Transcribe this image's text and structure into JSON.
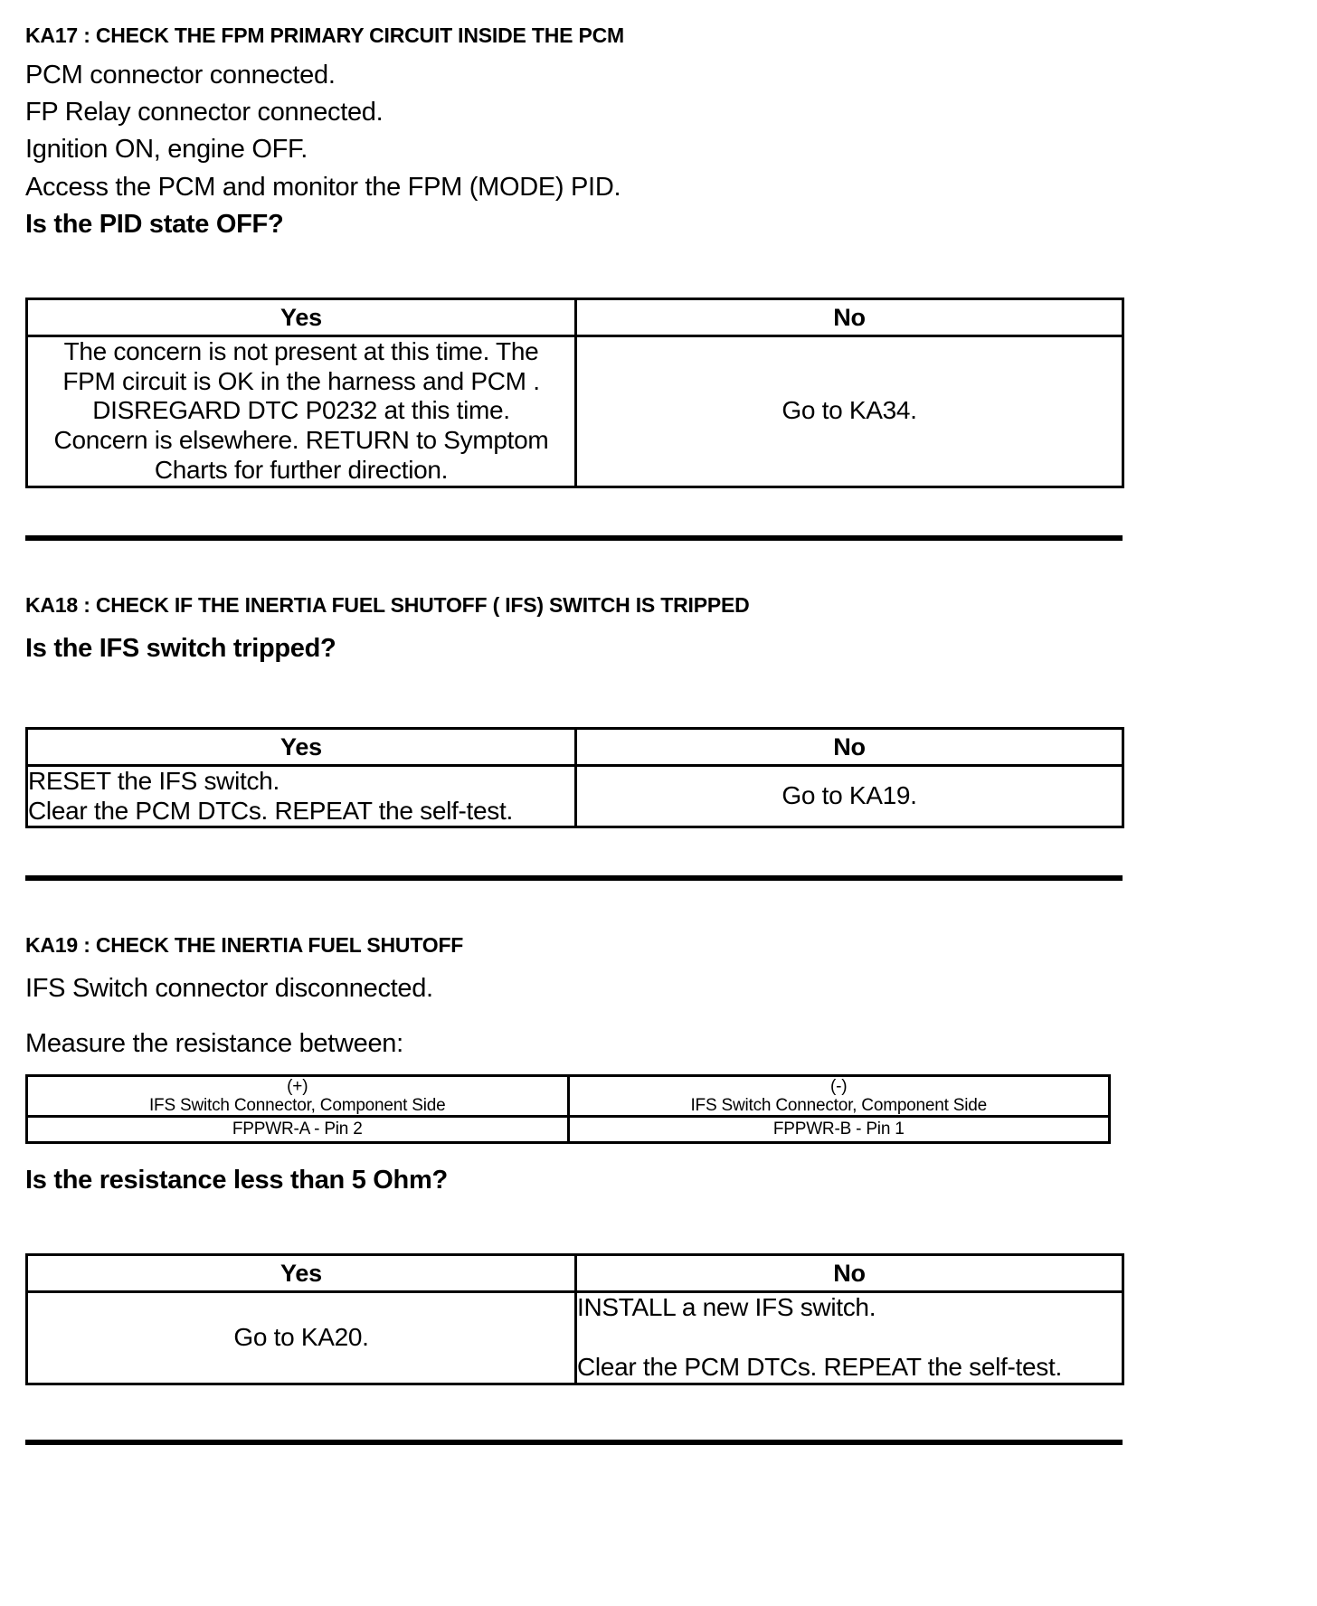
{
  "document": {
    "type": "pinpoint-test-chart"
  },
  "sections": [
    {
      "id": "KA17",
      "heading": "KA17 : CHECK THE FPM PRIMARY CIRCUIT INSIDE THE PCM",
      "instructions": [
        "PCM connector connected.",
        "FP Relay connector connected.",
        "Ignition ON, engine OFF.",
        "Access the PCM and monitor the  FPM (MODE) PID."
      ],
      "question": "Is the PID state OFF?",
      "table": {
        "headers": [
          "Yes",
          "No"
        ],
        "yes_lines": [
          "The concern is not present at this time. The",
          "FPM circuit is OK in the harness and PCM .",
          "DISREGARD DTC P0232 at this time.",
          "Concern is elsewhere. RETURN to Symptom",
          "Charts for further direction."
        ],
        "no_lines": [
          "Go to KA34."
        ]
      }
    },
    {
      "id": "KA18",
      "heading": "KA18 : CHECK IF THE INERTIA FUEL SHUTOFF ( IFS) SWITCH IS TRIPPED",
      "instructions": [],
      "question": "Is the IFS switch tripped?",
      "table": {
        "headers": [
          "Yes",
          "No"
        ],
        "yes_lines": [
          "RESET the IFS switch.",
          "Clear the PCM DTCs. REPEAT the self-test."
        ],
        "no_lines": [
          "Go to KA19."
        ]
      }
    },
    {
      "id": "KA19",
      "heading": "KA19 : CHECK THE INERTIA FUEL SHUTOFF",
      "instructions": [
        "IFS Switch connector disconnected.",
        "Measure the resistance between:"
      ],
      "measurement": {
        "positive": {
          "polarity": "(+)",
          "description": "IFS Switch Connector, Component Side",
          "pin": "FPPWR-A - Pin 2"
        },
        "negative": {
          "polarity": "(-)",
          "description": "IFS Switch Connector, Component Side",
          "pin": "FPPWR-B - Pin 1"
        }
      },
      "question": "Is the resistance less than 5 Ohm?",
      "table": {
        "headers": [
          "Yes",
          "No"
        ],
        "yes_lines": [
          "Go to KA20."
        ],
        "no_lines": [
          "INSTALL a new IFS switch.",
          "",
          "Clear the PCM DTCs. REPEAT the self-test."
        ]
      }
    }
  ]
}
